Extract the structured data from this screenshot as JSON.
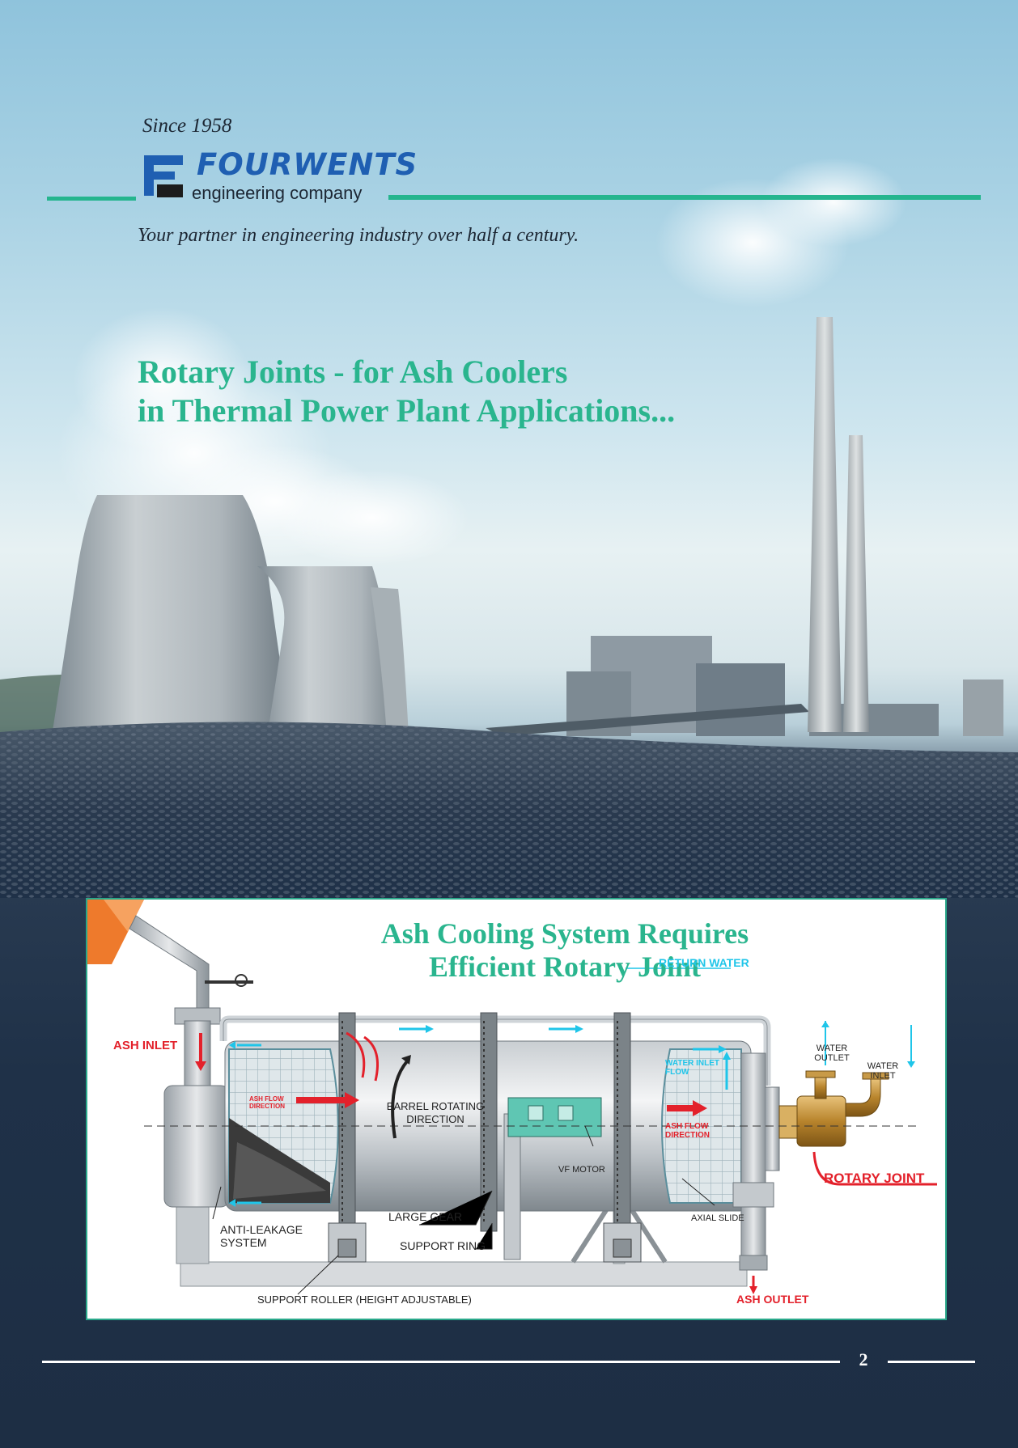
{
  "header": {
    "since": "Since 1958",
    "brand_name": "FOURWENTS",
    "brand_sub": "engineering company",
    "tagline": "Your partner in engineering industry over half a century."
  },
  "headline": {
    "line1": "Rotary Joints - for Ash Coolers",
    "line2": "in Thermal Power Plant Applications..."
  },
  "diagram": {
    "title_line1": "Ash Cooling System Requires",
    "title_line2": "Efficient Rotary Joint",
    "labels": {
      "ash_inlet": "ASH INLET",
      "return_water": "RETURN WATER",
      "water_outlet": "WATER OUTLET",
      "water_inlet": "WATER INLET",
      "water_inlet_flow": "WATER INLET FLOW",
      "ash_flow_direction": "ASH FLOW DIRECTION",
      "barrel_rotating_direction": "BARREL ROTATING DIRECTION",
      "vf_motor": "VF MOTOR",
      "rotary_joint": "ROTARY JOINT",
      "axial_slide": "AXIAL SLIDE",
      "large_gear": "LARGE GEAR",
      "support_ring": "SUPPORT RING",
      "anti_leakage_system": "ANTI-LEAKAGE SYSTEM",
      "support_roller": "SUPPORT ROLLER (HEIGHT ADJUSTABLE)",
      "ash_outlet": "ASH OUTLET"
    }
  },
  "footer": {
    "page_number": "2"
  },
  "colors": {
    "accent": "#2ab58e",
    "brand_blue": "#1f5fb2",
    "label_red": "#e3212b",
    "label_cyan": "#1fc5e9",
    "background_navy": "#1f3148"
  }
}
